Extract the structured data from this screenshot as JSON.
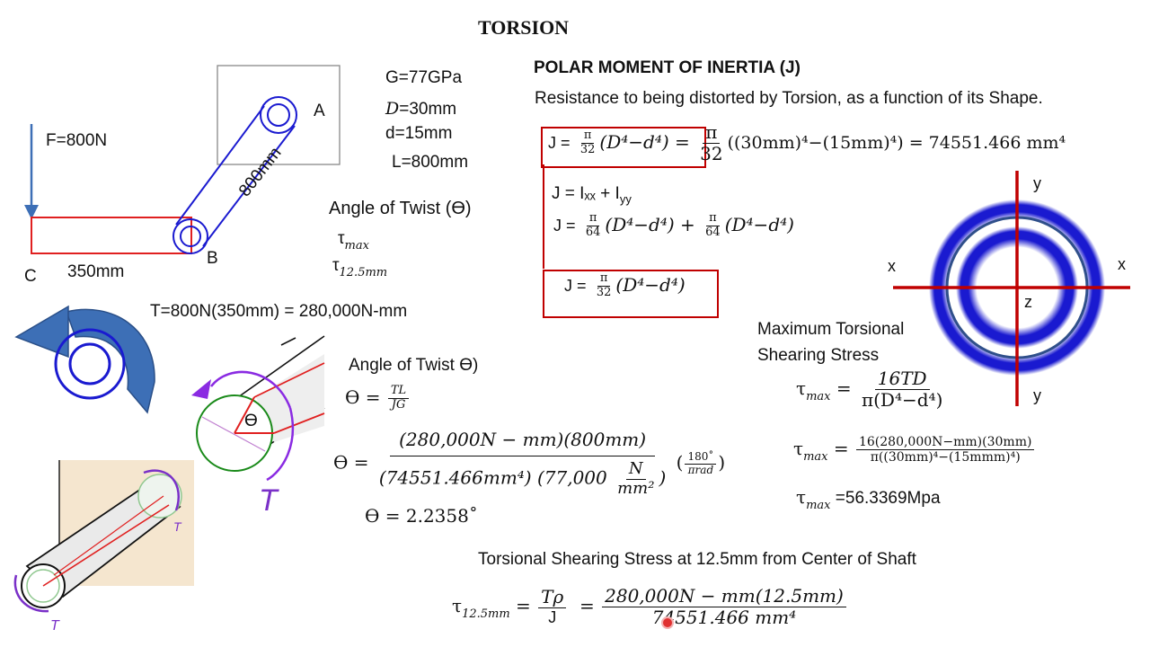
{
  "title": "TORSION",
  "givens": {
    "g": "G=77GPa",
    "D": "=30mm",
    "d": "d=15mm",
    "L": "L=800mm"
  },
  "diagram": {
    "force": "F=800N",
    "label_a": "A",
    "label_b": "B",
    "label_c": "C",
    "arm_length": "350mm",
    "shaft_length": "800mm",
    "torque": "T=800N(350mm) = 280,000N-mm",
    "theta_symbol": "ϴ",
    "t_symbol": "T"
  },
  "twist_header": {
    "label": "Angle of Twist (ϴ)",
    "tau_max": "max",
    "tau_125": "12.5mm"
  },
  "polar": {
    "heading": "POLAR MOMENT OF INERTIA (J)",
    "description": "Resistance to being distorted by Torsion,  as a function of its Shape.",
    "j_def_lhs": "J =",
    "pi32": "π",
    "den32": "32",
    "d4_expr": "(D⁴−d⁴)",
    "eq_sign": "=",
    "result": "((30mm)⁴−(15mm)⁴)  = 74551.466 mm⁴",
    "sum_line": "J = Iₓₓ + I",
    "sum_sub": "yy",
    "pi64": "π",
    "den64": "64",
    "plus": "+",
    "boxed_j": "J ="
  },
  "cross_section": {
    "y_top": "y",
    "y_bottom": "y",
    "x_left": "x",
    "x_right": "x",
    "z": "z"
  },
  "max_stress": {
    "heading_1": "Maximum Torsional",
    "heading_2": "Shearing Stress",
    "tau": "τ",
    "sub": "max",
    "formula_num": "16TD",
    "formula_den": "π(D⁴−d⁴)",
    "sub_num": "16(280,000N−mm)(30mm)",
    "sub_den": "π((30mm)⁴−(15mmm)⁴)",
    "result": "=56.3369Mpa"
  },
  "twist_calc": {
    "heading": "Angle of Twist ϴ)",
    "theta": "ϴ",
    "tl": "TL",
    "jg": "JG",
    "num": "(280,000N − mm)(800mm)",
    "den_a": "(74551.466mm⁴) (77,000",
    "den_n": "N",
    "den_mm": "mm²",
    "den_close": ")",
    "deg_num": "180˚",
    "deg_den": "πrad",
    "result": "ϴ = 2.2358˚"
  },
  "shear_125": {
    "heading": "Torsional Shearing Stress at 12.5mm from Center of Shaft",
    "tau": "τ",
    "sub": "12.5mm",
    "t_rho": "Tρ",
    "j": "J",
    "num": "280,000N − mm(12.5mm)",
    "den": "74551.466 mm⁴"
  },
  "colors": {
    "accent_red": "#c00000",
    "shaft_blue": "#1a1ad0",
    "arrow_blue": "#3d6fb6",
    "ring_blue": "#2f4f8a"
  }
}
